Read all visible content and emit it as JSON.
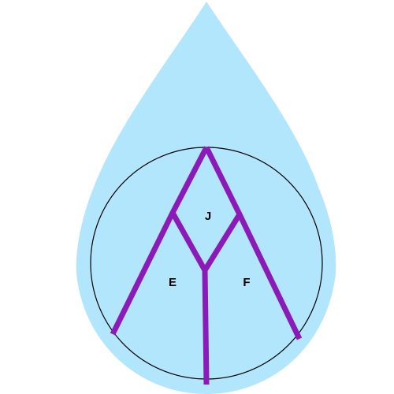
{
  "colors": {
    "background": "#ffffff",
    "drop_fill": "#b2e6fc",
    "circle_stroke": "#000000",
    "branch_stroke": "#8c1ab8",
    "label": "#000000"
  },
  "labels": {
    "top_region": "J",
    "left_region": "E",
    "right_region": "F"
  }
}
